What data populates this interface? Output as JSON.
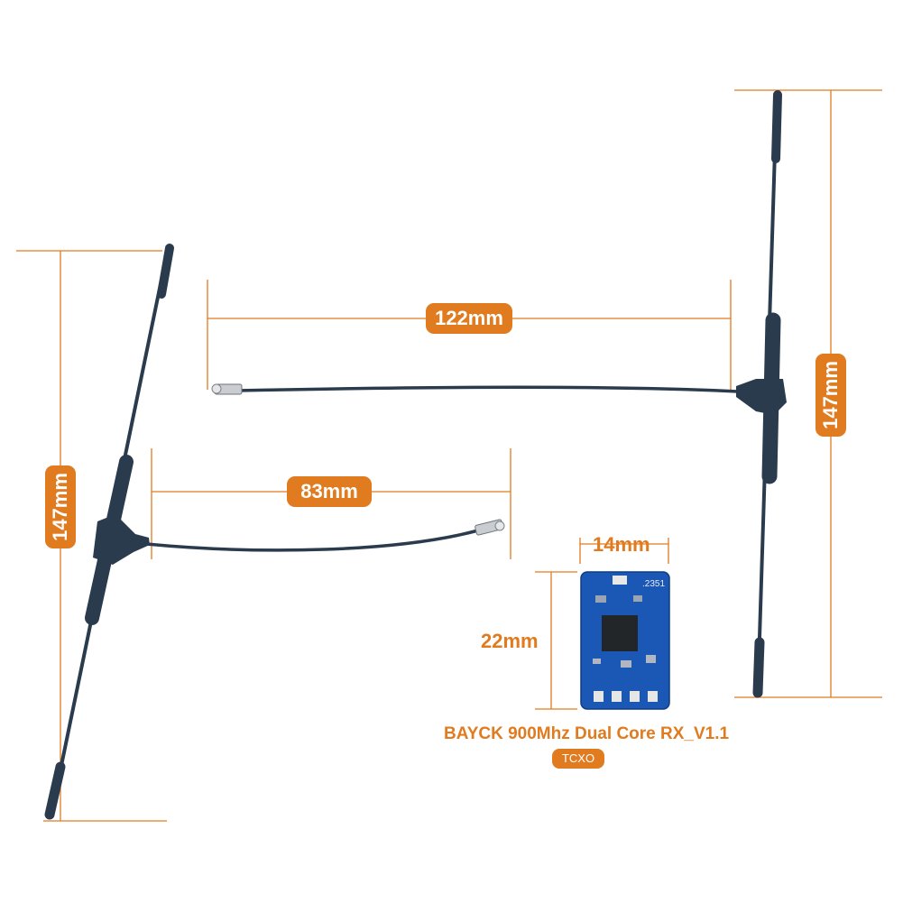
{
  "image": {
    "subject": "ExpressLRS receiver with T-type antennas",
    "accent_color": "#e07b1f",
    "antenna_color": "#2b3b4e",
    "board_color": "#1b57b5"
  },
  "dimensions": {
    "left_antenna_length": "147mm",
    "right_antenna_length": "147mm",
    "right_cable_length": "122mm",
    "left_cable_length": "83mm",
    "board_width": "14mm",
    "board_height": "22mm"
  },
  "product": {
    "name": "BAYCK 900Mhz Dual Core RX_V1.1",
    "badge": "TCXO",
    "board_silkscreen": ".2351"
  }
}
